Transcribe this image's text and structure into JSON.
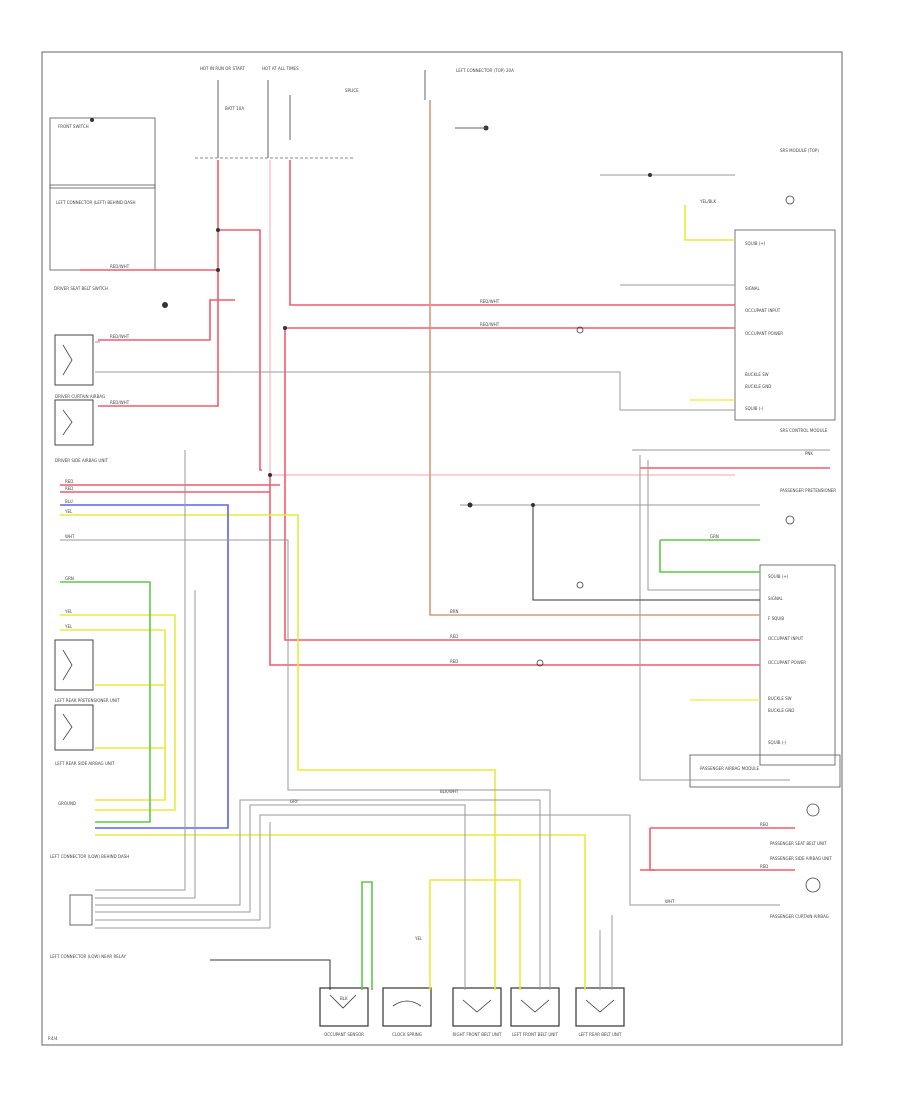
{
  "diagram": {
    "page_marker": "P.4/4",
    "top_labels": {
      "hot_run": "HOT IN RUN OR START",
      "hot_at_all_times": "HOT AT ALL TIMES",
      "battery_fuse": "BATT 10A",
      "left_connector_top": "LEFT CONNECTOR (TOP) 20A",
      "splice": "SPLICE"
    },
    "left_components": {
      "front_switch": "FRONT SWITCH",
      "left_connector_left": "LEFT CONNECTOR (LEFT) BEHIND DASH",
      "driver_seat_belt_buckle": "DRIVER SEAT BELT SWITCH",
      "driver_curtain_module": "DRIVER CURTAIN AIRBAG",
      "driver_side_airbag": "DRIVER SIDE AIRBAG UNIT",
      "left_rear_pretensioner": "LEFT REAR PRETENSIONER UNIT",
      "left_rear_side_airbag": "LEFT REAR SIDE AIRBAG UNIT",
      "ground": "GROUND",
      "left_connector_lower": "LEFT CONNECTOR (LOW) BEHIND DASH",
      "left_connector_bottom": "LEFT CONNECTOR (LOW) NEAR RELAY"
    },
    "right_components": {
      "srs_module_top": "SRS MODULE (TOP)",
      "passenger_pretensioner": "PASSENGER PRETENSIONER",
      "srs_module_mid": "SRS CONTROL MODULE",
      "passenger_airbag_module": "PASSENGER AIRBAG MODULE",
      "passenger_seat_belt": "PASSENGER SEAT BELT UNIT",
      "passenger_side_airbag": "PASSENGER SIDE AIRBAG UNIT",
      "passenger_curtain_airbag": "PASSENGER CURTAIN AIRBAG"
    },
    "bottom_components": {
      "occupant_sensor": "OCCUPANT SENSOR",
      "clock_spring": "CLOCK SPRING",
      "right_front_belt": "RIGHT FRONT BELT UNIT",
      "left_front_belt": "LEFT FRONT BELT UNIT",
      "left_rear_belt": "LEFT REAR BELT UNIT"
    },
    "wire_labels": {
      "blk": "BLK",
      "red": "RED",
      "wht": "WHT",
      "yel": "YEL",
      "grn": "GRN",
      "blu": "BLU",
      "brn": "BRN",
      "gry": "GRY",
      "pnk": "PNK",
      "red_wht": "RED/WHT",
      "blk_wht": "BLK/WHT",
      "yel_blk": "YEL/BLK"
    },
    "pins": {
      "squib_pos": "SQUIB (+)",
      "squib_neg": "SQUIB (-)",
      "occupant_input": "OCCUPANT INPUT",
      "occupant_power": "OCCUPANT POWER",
      "buckle_sw": "BUCKLE SW",
      "buckle_gnd": "BUCKLE GND",
      "signal": "SIGNAL",
      "f_squib": "F SQUIB"
    },
    "colors": {
      "red": "#f45a6e",
      "yellow": "#eaea3c",
      "blue": "#5a63f0",
      "green": "#5fc84a",
      "brown": "#d79a76",
      "gray": "#9a9a9a",
      "black": "#333333",
      "pink": "#ffb3b8"
    }
  }
}
